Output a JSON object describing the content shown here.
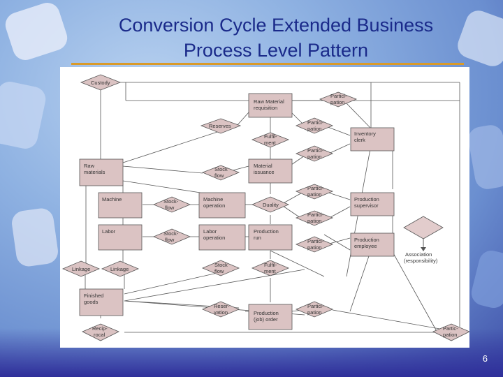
{
  "slide": {
    "title_line1": "Conversion Cycle Extended Business",
    "title_line2": "Process Level Pattern",
    "number": "6"
  },
  "diagram": {
    "entities": {
      "custody": "Custody",
      "raw_material_requisition_1": "Raw Material",
      "raw_material_requisition_2": "requisition",
      "inventory_clerk_1": "Inventory",
      "inventory_clerk_2": "clerk",
      "raw_materials_1": "Raw",
      "raw_materials_2": "materials",
      "material_issuance_1": "Material",
      "material_issuance_2": "issuance",
      "machine": "Machine",
      "machine_operation_1": "Machine",
      "machine_operation_2": "operation",
      "production_supervisor_1": "Production",
      "production_supervisor_2": "supervisor",
      "labor": "Labor",
      "labor_operation_1": "Labor",
      "labor_operation_2": "operation",
      "production_run_1": "Production",
      "production_run_2": "run",
      "production_employee_1": "Production",
      "production_employee_2": "employee",
      "linkage_left": "Linkage",
      "linkage_right": "Linkage",
      "finished_goods_1": "Finished",
      "finished_goods_2": "goods",
      "production_job_order_1": "Production",
      "production_job_order_2": "(job) order",
      "reciprocal_1": "Recip-",
      "reciprocal_2": "rocal"
    },
    "relationships": {
      "participation_top_1": "Partici-",
      "participation_top_2": "pation",
      "reserves": "Reserves",
      "participation_2_1": "Partici-",
      "participation_2_2": "pation",
      "fulfillment_1_1": "Fulfil-",
      "fulfillment_1_2": "ment",
      "participation_3_1": "Partici-",
      "participation_3_2": "pation",
      "stock_flow_1_1": "Stock",
      "stock_flow_1_2": "flow",
      "participation_4_1": "Partici-",
      "participation_4_2": "pation",
      "stock_flow_2_1": "Stock-",
      "stock_flow_2_2": "flow",
      "duality": "Duality",
      "participation_5_1": "Partici-",
      "participation_5_2": "pation",
      "stock_flow_3_1": "Stock-",
      "stock_flow_3_2": "flow",
      "participation_6_1": "Partici-",
      "participation_6_2": "pation",
      "stock_flow_4_1": "Stock",
      "stock_flow_4_2": "flow",
      "fulfillment_2_1": "Fulfil-",
      "fulfillment_2_2": "ment",
      "reservation_1": "Reser-",
      "reservation_2": "vation",
      "participation_7_1": "Partici-",
      "participation_7_2": "pation",
      "participation_8_1": "Partic-",
      "participation_8_2": "pation"
    },
    "legend_1": "Association",
    "legend_2": "(responsibility)"
  },
  "colors": {
    "title": "#1a2a8a",
    "rule": "#d99a2a",
    "entity_fill": "#dbc3c3",
    "diamond_fill": "#dbc3c3",
    "legend_fill": "#e2cccc",
    "line": "#555555"
  }
}
